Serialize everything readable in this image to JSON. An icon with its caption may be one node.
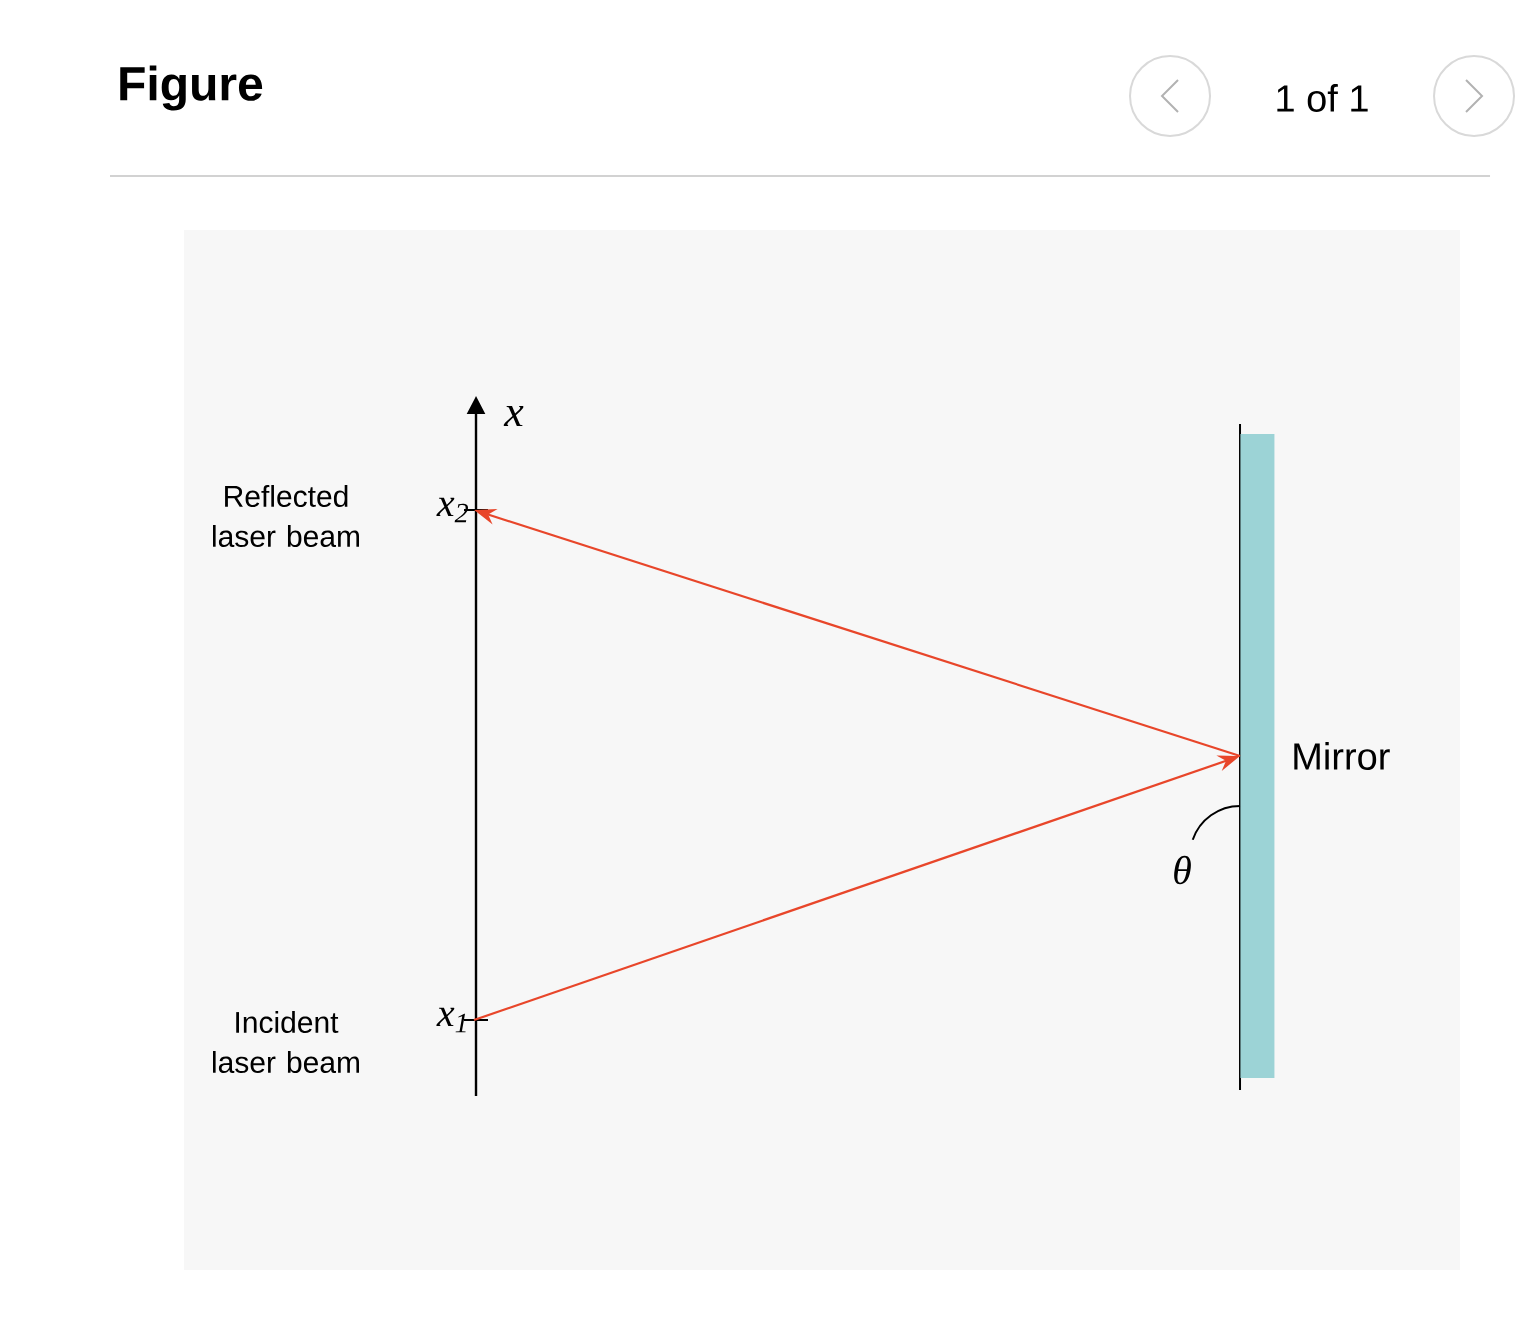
{
  "diagram": {
    "title": "Figure",
    "nodes": [
      {
        "text": [
          "x$_{1}$"
        ],
        "beside": [
          "Incident laser beam"
        ]
      },
      {
        "text": [
          "x$_{2}$"
        ],
        "beside": [
          "Reflected laser beam"
        ]
      },
      {
        "text": [
          "Mirror"
        ]
      }
    ],
    "edges": [
      {
        "from": 0,
        "to": 2,
        "arrow": "to"
      },
      {
        "from": 2,
        "to": 1,
        "arrow": "to"
      }
    ],
    "labels": [
      "1 of 1",
      "x",
      "θ"
    ]
  }
}
